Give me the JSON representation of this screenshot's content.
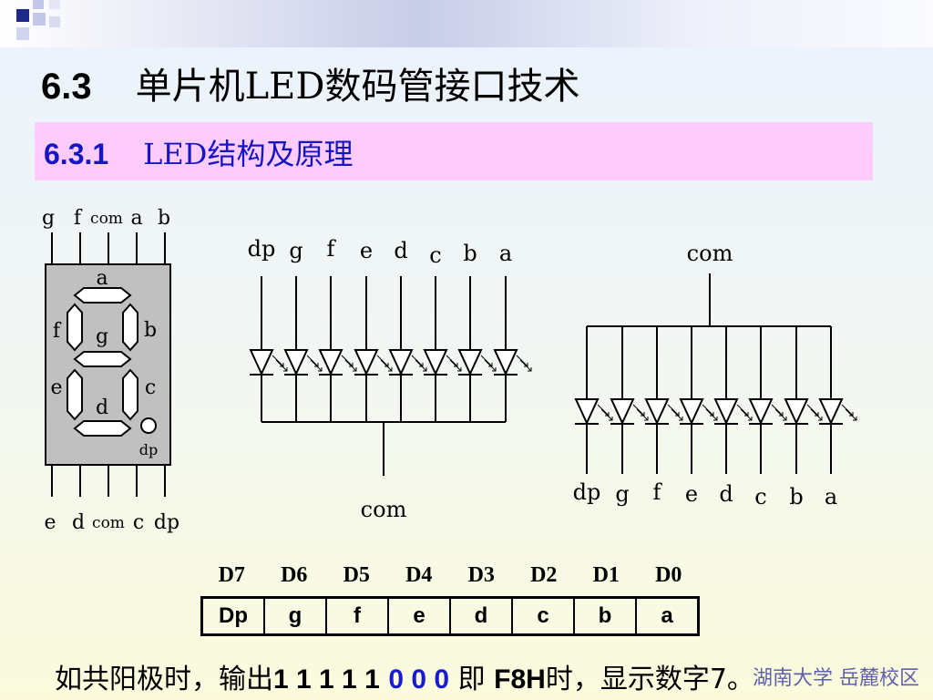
{
  "slide": {
    "section_number": "6.3",
    "title": "单片机LED数码管接口技术",
    "subsection_number": "6.3.1",
    "subtitle": "LED结构及原理"
  },
  "display_package": {
    "top_pins": [
      "g",
      "f",
      "com",
      "a",
      "b"
    ],
    "bottom_pins": [
      "e",
      "d",
      "com",
      "c",
      "dp"
    ],
    "segment_labels": [
      "a",
      "f",
      "g",
      "b",
      "e",
      "c",
      "d",
      "dp"
    ]
  },
  "common_cathode": {
    "pins": [
      "dp",
      "g",
      "f",
      "e",
      "d",
      "c",
      "b",
      "a"
    ],
    "common": "com"
  },
  "common_anode": {
    "pins": [
      "dp",
      "g",
      "f",
      "e",
      "d",
      "c",
      "b",
      "a"
    ],
    "common": "com"
  },
  "bit_table": {
    "bits": [
      "D7",
      "D6",
      "D5",
      "D4",
      "D3",
      "D2",
      "D1",
      "D0"
    ],
    "segments": [
      "Dp",
      "g",
      "f",
      "e",
      "d",
      "c",
      "b",
      "a"
    ]
  },
  "caption": {
    "prefix": "如共阳极时，输出",
    "bits_high": "1 1 1 1 1",
    "bits_low": "0 0 0",
    "middle": "即",
    "hex": "F8H",
    "suffix": "时，显示数字7。"
  },
  "logo": {
    "text": "湖南大学 岳麓校区"
  },
  "colors": {
    "subtitle_band": "#fdccfd",
    "subtitle_text": "#1515c4",
    "highlight": "#1a1ad0"
  }
}
